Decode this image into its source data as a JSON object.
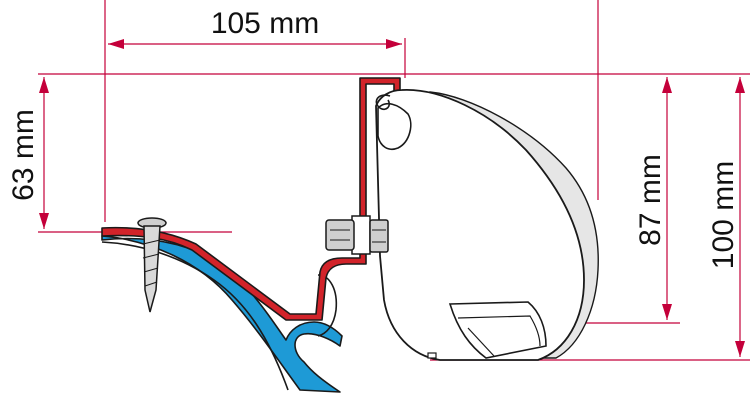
{
  "dimensions": {
    "width_label": "105 mm",
    "left_height_label": "63 mm",
    "inner_height_label": "87 mm",
    "outer_height_label": "100 mm"
  },
  "colors": {
    "dimension_line": "#c4003a",
    "bracket_red": "#d2232a",
    "profile_blue": "#1e9ad6",
    "outline": "#1a1a1a",
    "shadow_grey": "#d9d9d9",
    "bolt_grey": "#cfcfcf"
  }
}
